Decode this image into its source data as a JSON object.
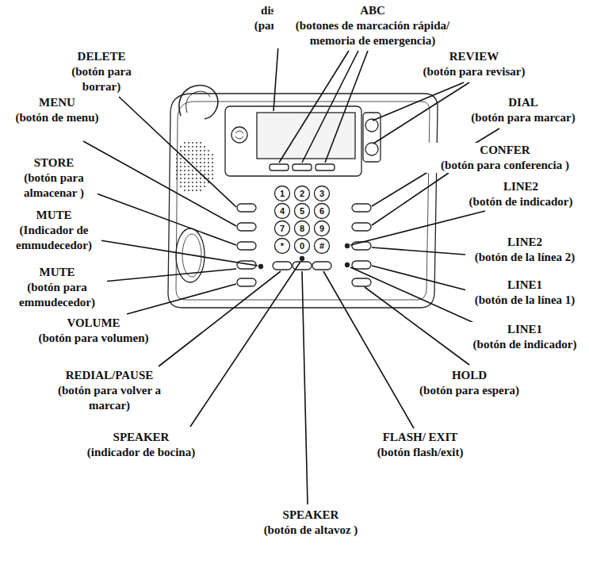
{
  "diagram": {
    "labels": [
      "display",
      "(pantalla)",
      "ABC",
      "(botones de marcación rápida/ memoria de emergencia)",
      "DELETE",
      "(botón para borrar)",
      "REVIEW",
      "(botón para revisar)",
      "MENU",
      "(botón de menu)",
      "DIAL",
      "(botón para marcar)",
      "STORE",
      "(botón para almacenar )",
      "CONFER",
      "(botón para conferencia )",
      "MUTE",
      "(Indicador de emmudecedor)",
      "LINE2",
      "(botón de indicador)",
      "MUTE",
      "(botón para emmudecedor)",
      "LINE2",
      "(botón de la línea 2)",
      "LINE1",
      "(botón de la línea 1)",
      "VOLUME",
      "(botón para volumen)",
      "LINE1",
      "(botón de indicador)",
      "REDIAL/PAUSE",
      "(botón para volver a marcar)",
      "HOLD",
      "(botón para espera)",
      "SPEAKER",
      "(indicador de bocina)",
      "FLASH/ EXIT",
      "(botón flash/exit)",
      "SPEAKER",
      "(botón de altavoz )",
      "1",
      "2",
      "3",
      "4",
      "5",
      "6",
      "7",
      "8",
      "9",
      "*",
      "0",
      "#"
    ]
  }
}
